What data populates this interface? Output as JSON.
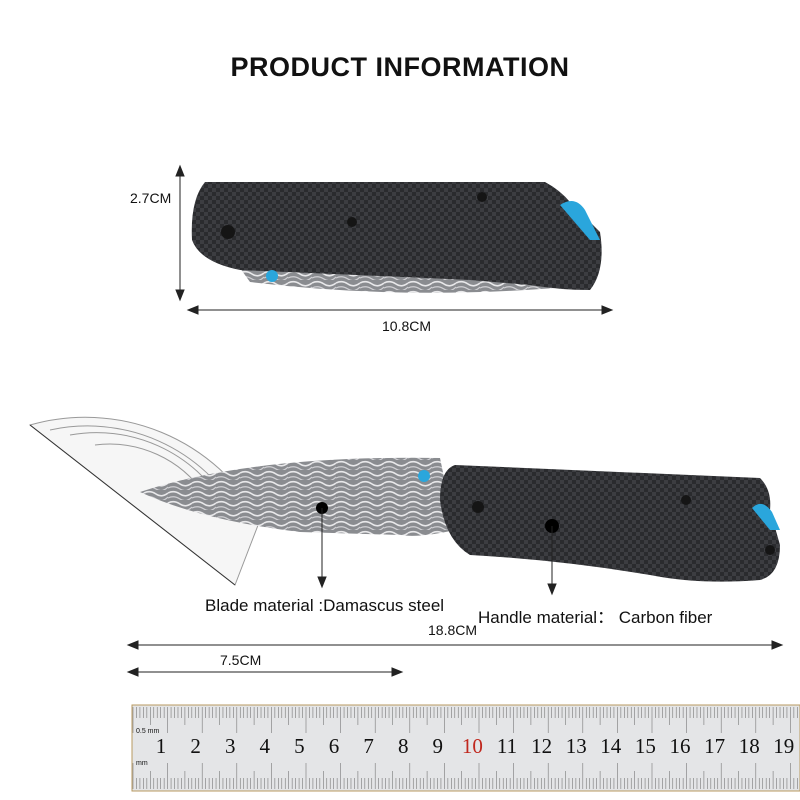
{
  "title": "PRODUCT INFORMATION",
  "top_knife": {
    "height_label": "2.7CM",
    "length_label": "10.8CM"
  },
  "bottom_knife": {
    "blade_label": "Blade material :Damascus steel",
    "handle_label": "Handle material： Carbon fiber",
    "total_length_label": "18.8CM",
    "blade_length_label": "7.5CM"
  },
  "ruler": {
    "unit_small": "0.5 mm",
    "unit_mm": "mm",
    "numbers": [
      "1",
      "2",
      "3",
      "4",
      "5",
      "6",
      "7",
      "8",
      "9",
      "10",
      "11",
      "12",
      "13",
      "14",
      "15",
      "16",
      "17",
      "18",
      "19"
    ],
    "highlight_color": "#c0281e"
  },
  "colors": {
    "accent_blue": "#2aa6dc",
    "carbon": "#2a2b2e"
  }
}
